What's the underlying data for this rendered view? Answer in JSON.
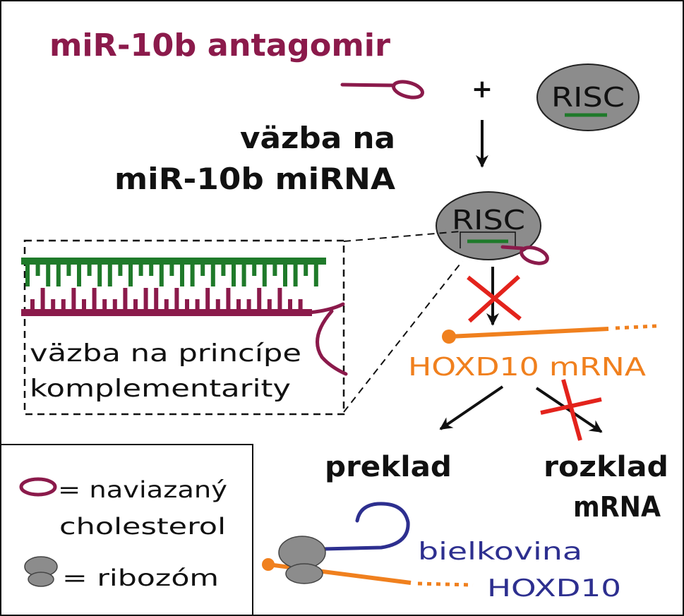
{
  "title": "miR-10b antagomir",
  "plus_sign": "+",
  "risc": {
    "free_label": "RISC",
    "bound_label": "RISC"
  },
  "binding": {
    "line1": "väzba na",
    "line2": "miR-10b miRNA"
  },
  "complementarity": {
    "line1": "väzba na princípe",
    "line2": "komplementarity"
  },
  "target_mrna": "HOXD10 mRNA",
  "outcomes": {
    "translation": "preklad",
    "degradation_line1": "rozklad",
    "degradation_line2": "mRNA"
  },
  "protein": {
    "line1": "bielkovina",
    "line2": "HOXD10"
  },
  "legend": {
    "cholesterol": {
      "icon": "cholesterol-loop-icon",
      "line1": "= naviazaný",
      "line2": "cholesterol"
    },
    "ribosome": {
      "icon": "ribosome-icon",
      "label": "= ribozóm"
    }
  },
  "colors": {
    "antagomir": "#8b1a4b",
    "mirna": "#1f7a2a",
    "mrna": "#f0801e",
    "protein": "#2d2f8f",
    "risc": "#8c8c8c",
    "block": "#e3231c",
    "ink": "#111111"
  }
}
